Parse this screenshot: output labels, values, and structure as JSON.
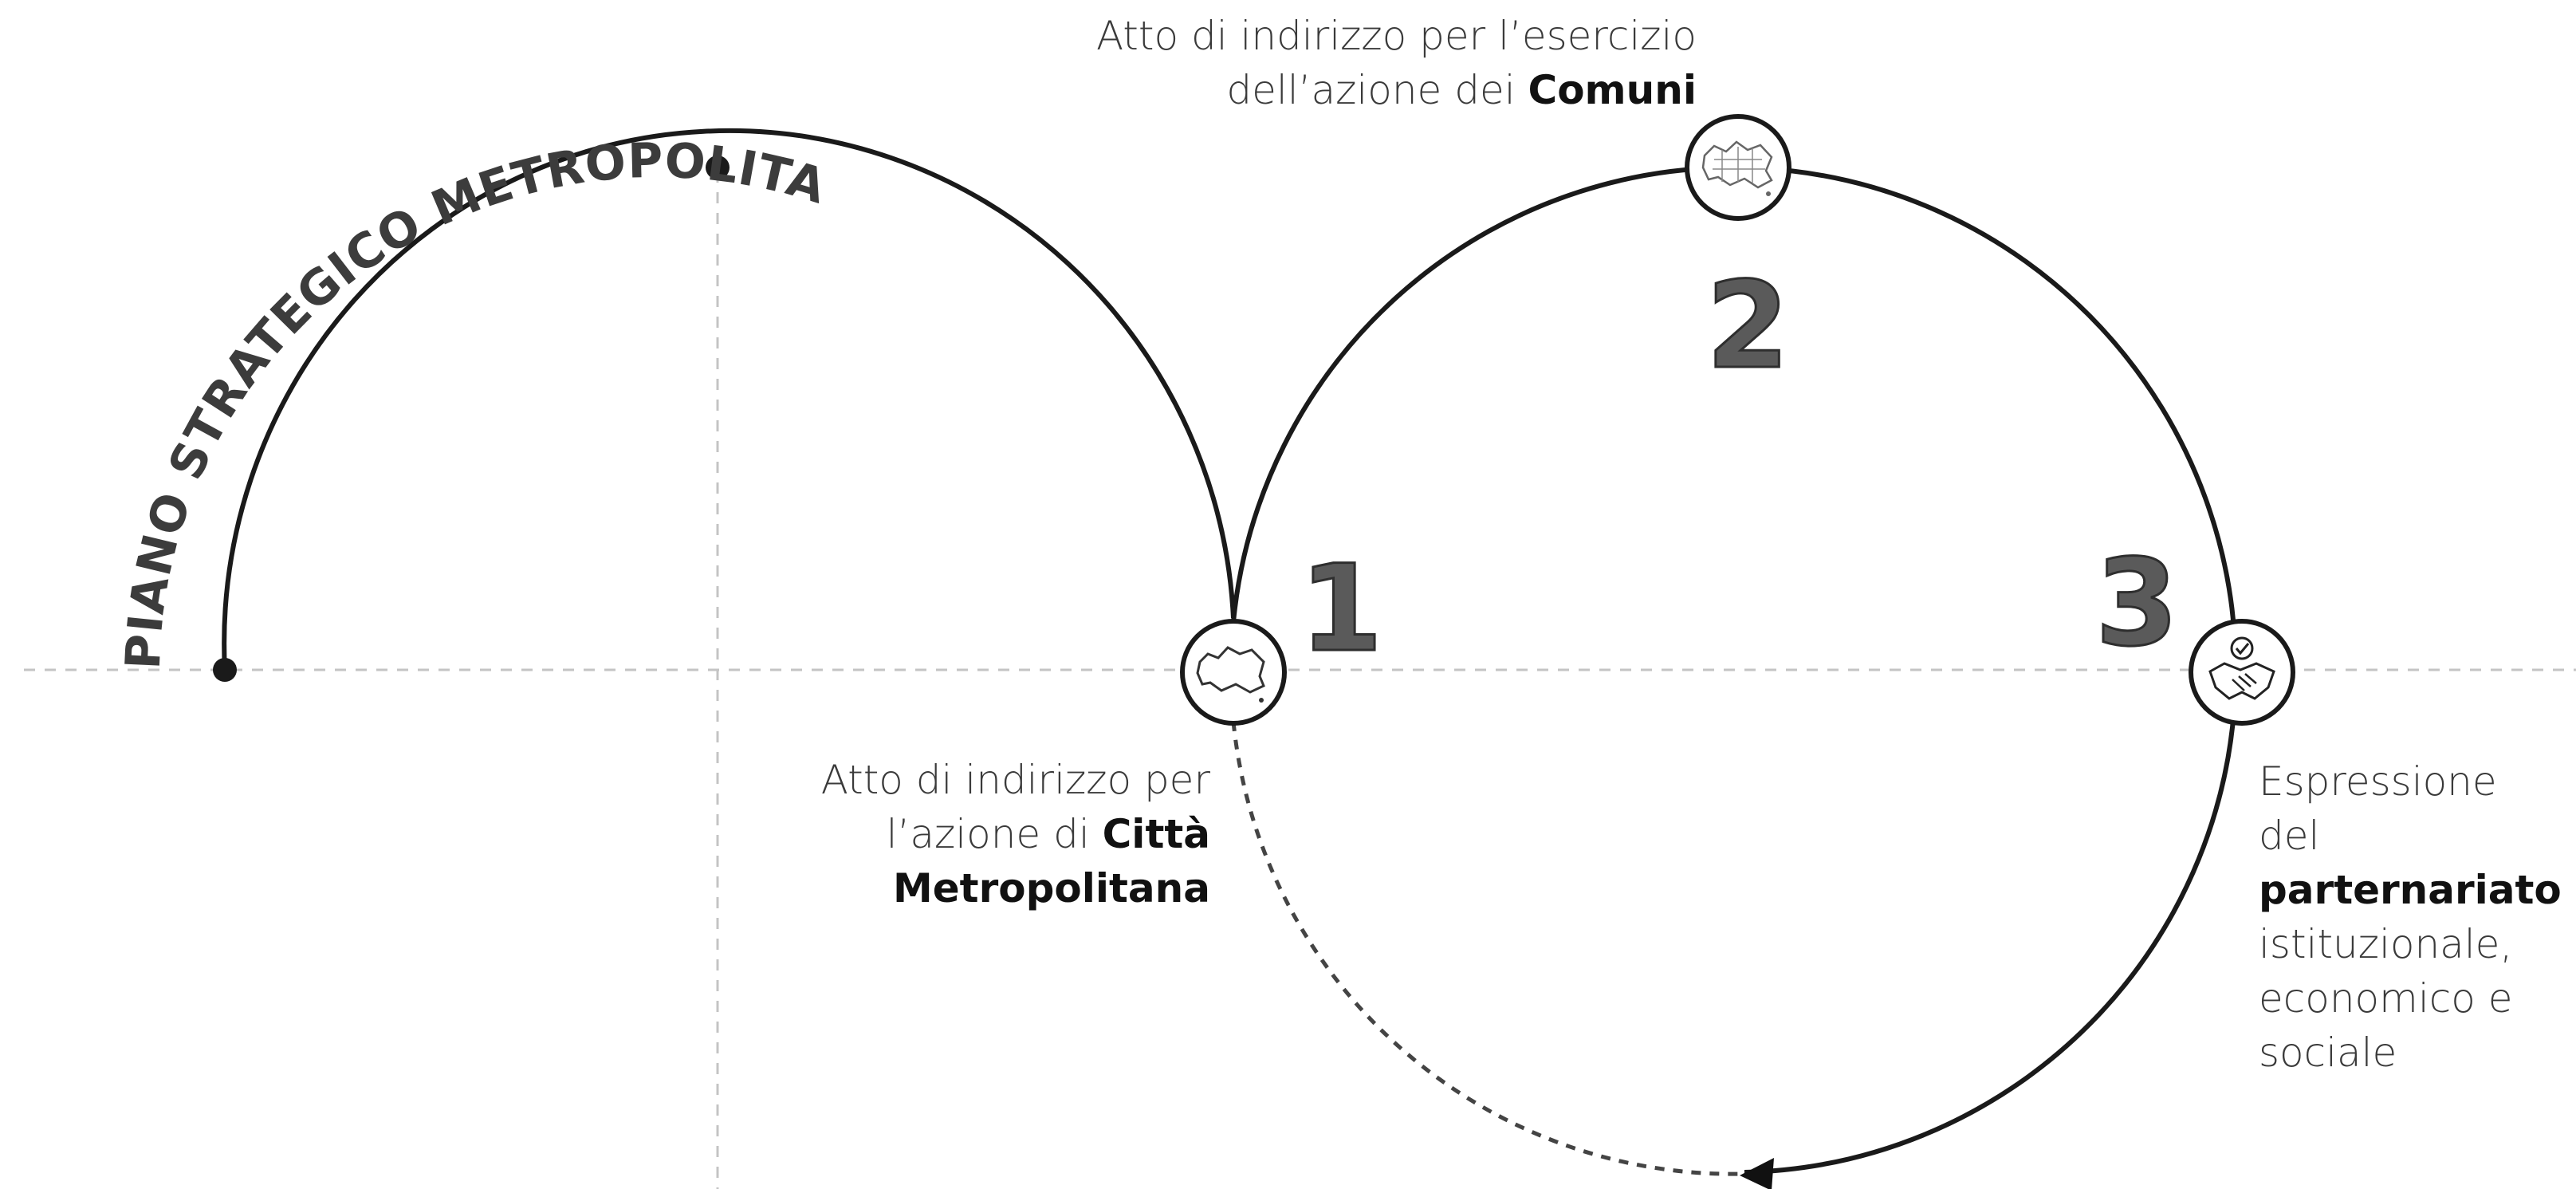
{
  "title": "PIANO STRATEGICO METROPOLITANO",
  "steps": [
    {
      "number": "1",
      "icon": "metro-area-map-icon",
      "caption_lines": [
        [
          {
            "t": "Atto di indirizzo per",
            "b": false
          }
        ],
        [
          {
            "t": "l’azione di ",
            "b": false
          },
          {
            "t": "Città",
            "b": true
          }
        ],
        [
          {
            "t": "Metropolitana",
            "b": true
          }
        ]
      ]
    },
    {
      "number": "2",
      "icon": "municipalities-map-icon",
      "caption_lines": [
        [
          {
            "t": "Atto di indirizzo per l’esercizio",
            "b": false
          }
        ],
        [
          {
            "t": "dell’azione dei ",
            "b": false
          },
          {
            "t": "Comuni",
            "b": true
          }
        ]
      ]
    },
    {
      "number": "3",
      "icon": "handshake-icon",
      "caption_lines": [
        [
          {
            "t": "Espressione",
            "b": false
          }
        ],
        [
          {
            "t": "del",
            "b": false
          }
        ],
        [
          {
            "t": "parternariato",
            "b": true
          }
        ],
        [
          {
            "t": "istituzionale,",
            "b": false
          }
        ],
        [
          {
            "t": "economico e",
            "b": false
          }
        ],
        [
          {
            "t": "sociale",
            "b": false
          }
        ]
      ]
    }
  ],
  "colors": {
    "line": "#1a1a1a",
    "guide": "#c4c4c4",
    "dashed_arc": "#444444"
  }
}
